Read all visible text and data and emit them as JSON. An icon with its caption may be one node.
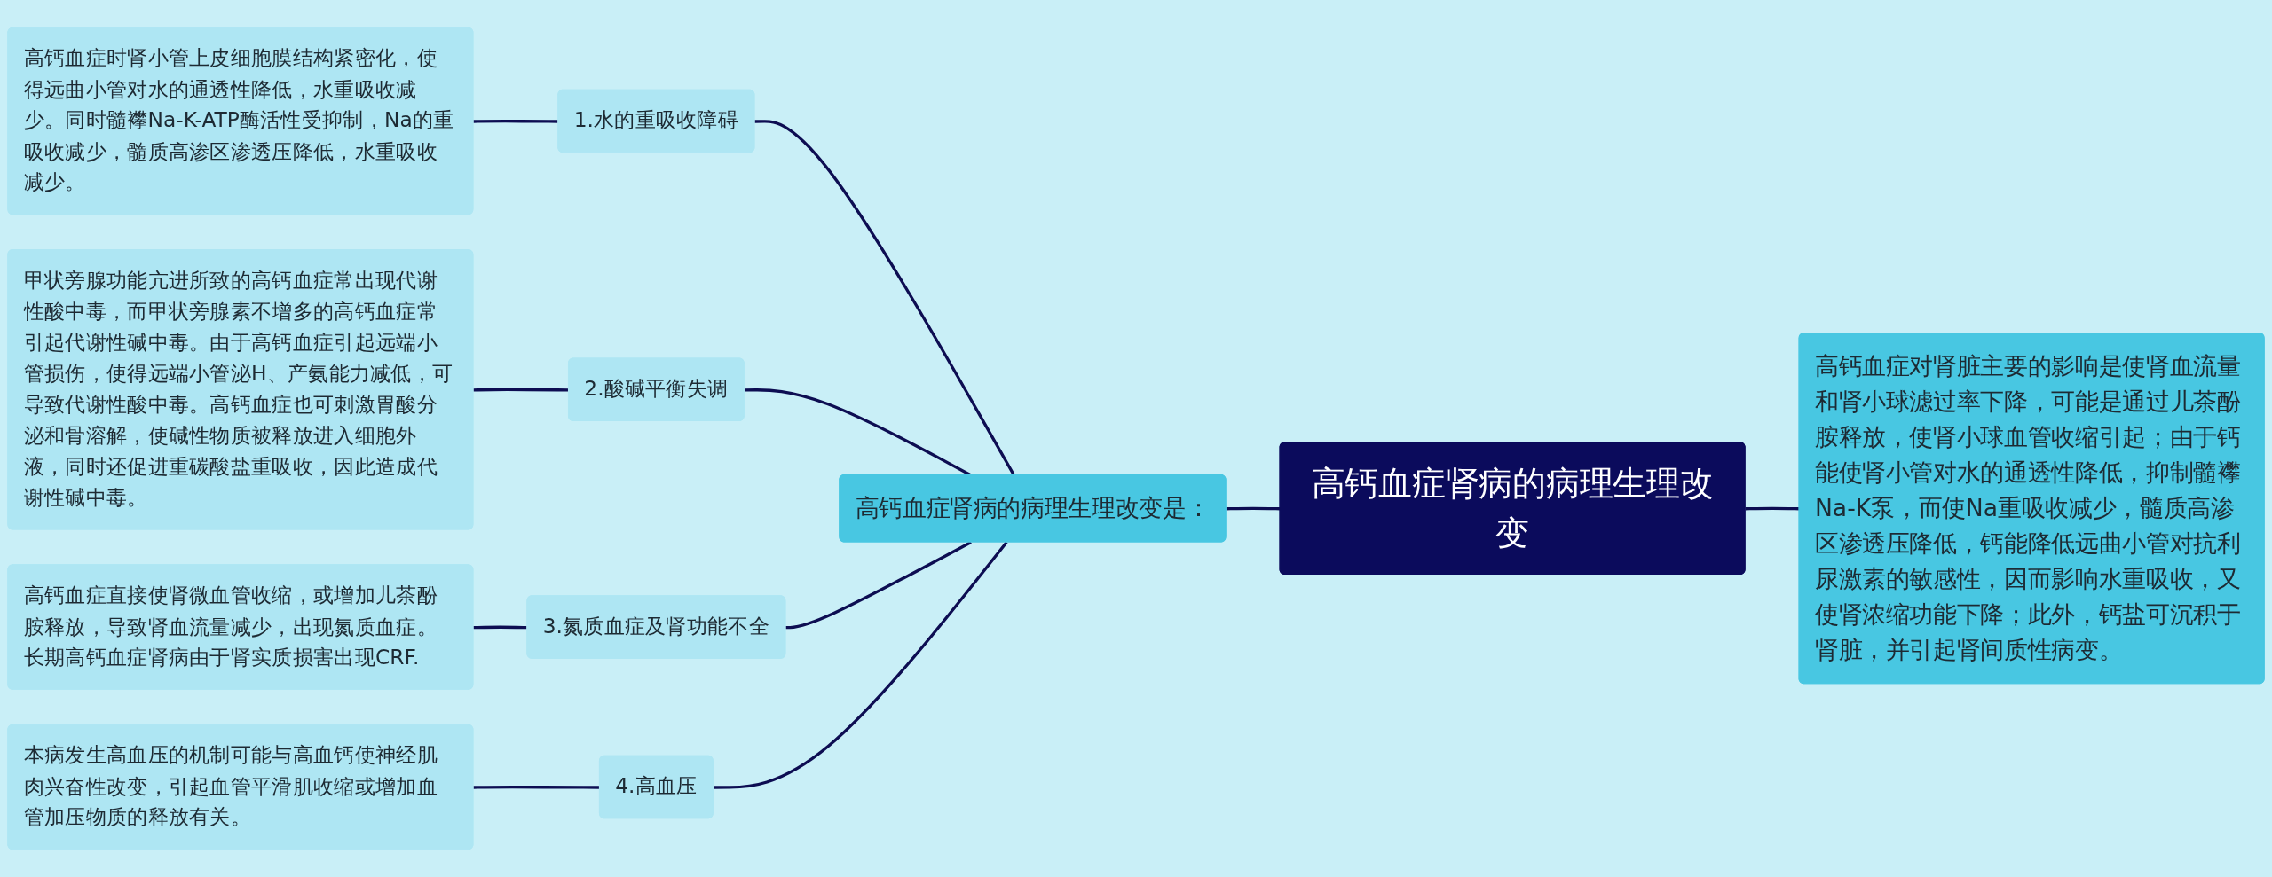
{
  "diagram": {
    "nodes": [
      {
        "text": [
          "高钙血症肾病的病理生理改变"
        ]
      },
      {
        "text": [
          "高钙血症对肾脏主要的影响是使肾血流量和肾小球滤过率下降，可能是通过儿茶酚胺释放，使肾小球血管收缩引起；由于钙能使肾小管对水的通透性降低，抑制髓襻Na-K泵，而使Na重吸收减少，髓质高渗区渗透压降低，钙能降低远曲小管对抗利尿激素的敏感性，因而影响水重吸收，又使肾浓缩功能下降；此外，钙盐可沉积于肾脏，并引起肾间质性病变。"
        ]
      },
      {
        "text": [
          "高钙血症肾病的病理生理改变是："
        ]
      },
      {
        "text": [
          "1.水的重吸收障碍"
        ]
      },
      {
        "text": [
          "高钙血症时肾小管上皮细胞膜结构紧密化，使得远曲小管对水的通透性降低，水重吸收减少。同时髓襻Na-K-ATP酶活性受抑制，Na的重吸收减少，髓质高渗区渗透压降低，水重吸收减少。"
        ]
      },
      {
        "text": [
          "2.酸碱平衡失调"
        ]
      },
      {
        "text": [
          "甲状旁腺功能亢进所致的高钙血症常出现代谢性酸中毒，而甲状旁腺素不增多的高钙血症常引起代谢性碱中毒。由于高钙血症引起远端小管损伤，使得远端小管泌H、产氨能力减低，可导致代谢性酸中毒。高钙血症也可刺激胃酸分泌和骨溶解，使碱性物质被释放进入细胞外液，同时还促进重碳酸盐重吸收，因此造成代谢性碱中毒。"
        ]
      },
      {
        "text": [
          "3.氮质血症及肾功能不全"
        ]
      },
      {
        "text": [
          "高钙血症直接使肾微血管收缩，或增加儿茶酚胺释放，导致肾血流量减少，出现氮质血症。长期高钙血症肾病由于肾实质损害出现CRF."
        ]
      },
      {
        "text": [
          "4.高血压"
        ]
      },
      {
        "text": [
          "本病发生高血压的机制可能与高血钙使神经肌肉兴奋性改变，引起血管平滑肌收缩或增加血管加压物质的释放有关。"
        ]
      }
    ],
    "edges": [
      {
        "from": 2,
        "to": 0,
        "arrow": "none"
      },
      {
        "from": 0,
        "to": 1,
        "arrow": "none"
      },
      {
        "from": 4,
        "to": 3,
        "arrow": "none"
      },
      {
        "from": 3,
        "to": 2,
        "arrow": "none"
      },
      {
        "from": 6,
        "to": 5,
        "arrow": "none"
      },
      {
        "from": 5,
        "to": 2,
        "arrow": "none"
      },
      {
        "from": 8,
        "to": 7,
        "arrow": "none"
      },
      {
        "from": 7,
        "to": 2,
        "arrow": "none"
      },
      {
        "from": 10,
        "to": 9,
        "arrow": "none"
      },
      {
        "from": 9,
        "to": 2,
        "arrow": "none"
      }
    ]
  }
}
